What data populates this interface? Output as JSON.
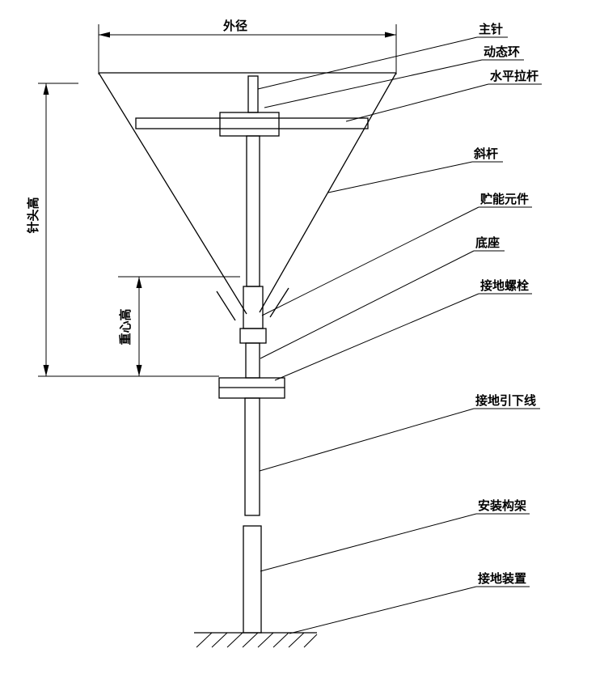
{
  "diagram": {
    "background": "#ffffff",
    "line_color": "#000000",
    "dimensions": {
      "outer_diameter": "外径",
      "needle_head_height": "针头高",
      "center_of_gravity_height": "重心高"
    },
    "part_labels": [
      {
        "id": "main-needle",
        "text": "主针"
      },
      {
        "id": "dynamic-ring",
        "text": "动态环"
      },
      {
        "id": "horizontal-tie-rod",
        "text": "水平拉杆"
      },
      {
        "id": "diagonal-rod",
        "text": "斜杆"
      },
      {
        "id": "energy-storage-element",
        "text": "贮能元件"
      },
      {
        "id": "base",
        "text": "底座"
      },
      {
        "id": "grounding-bolt",
        "text": "接地螺栓"
      },
      {
        "id": "grounding-down-lead",
        "text": "接地引下线"
      },
      {
        "id": "mounting-frame",
        "text": "安装构架"
      },
      {
        "id": "grounding-device",
        "text": "接地装置"
      }
    ]
  }
}
